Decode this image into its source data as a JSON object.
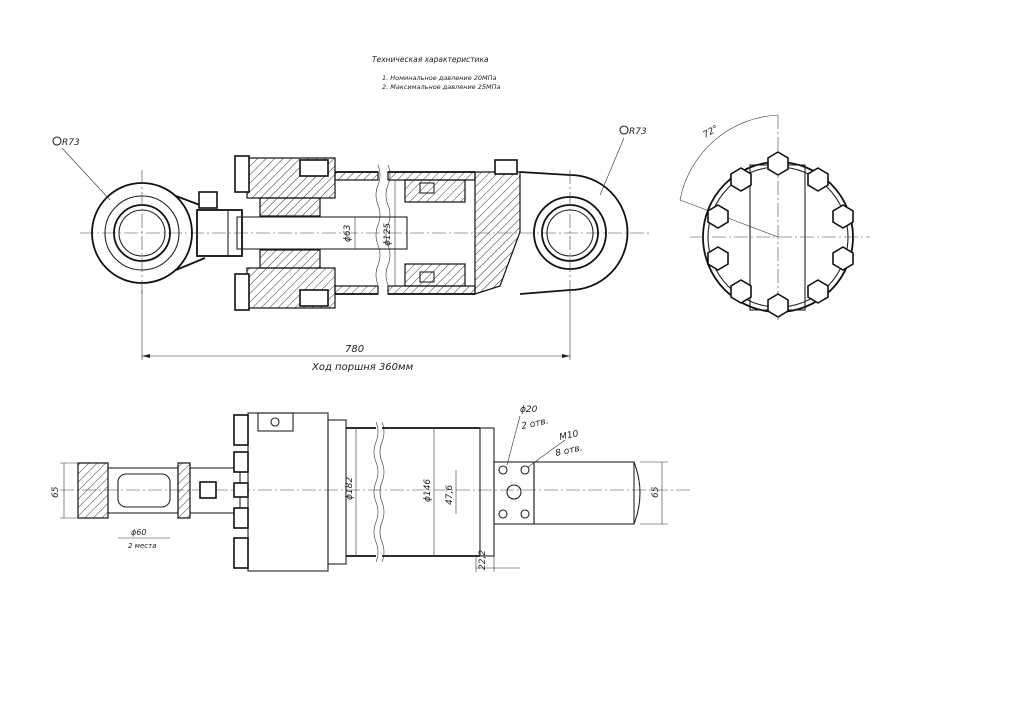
{
  "notes": {
    "title": "Техническая характеристика",
    "item1": "1. Номинальное давление 20МПа",
    "item2": "2. Максимальное давление 25МПа"
  },
  "dimensions": {
    "r73_left": "R73",
    "r73_right": "R73",
    "d63": "ϕ63",
    "d125": "ϕ125",
    "overall": "780",
    "stroke": "Ход поршня 360мм",
    "angle": "72°",
    "h65_left": "65",
    "d182": "ϕ182",
    "d146": "ϕ146",
    "d47_6": "47,6",
    "d20": "ϕ20",
    "holes2": "2 отв.",
    "m10": "М10",
    "holes8": "8 отв.",
    "d22_2": "22,2",
    "h65_right": "65",
    "d60": "ϕ60",
    "places2": "2 места"
  }
}
